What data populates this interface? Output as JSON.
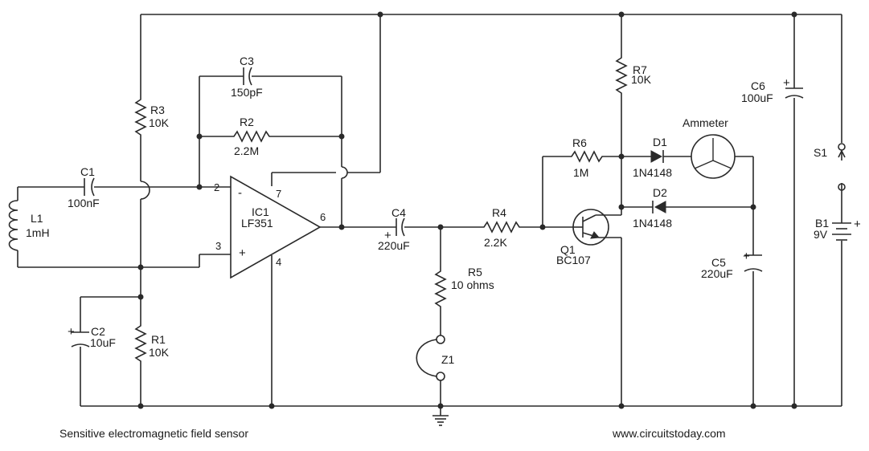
{
  "title": "Sensitive electromagnetic field sensor",
  "website": "www.circuitstoday.com",
  "components": {
    "C1": {
      "ref": "C1",
      "value": "100nF"
    },
    "C2": {
      "ref": "C2",
      "value": "10uF"
    },
    "C3": {
      "ref": "C3",
      "value": "150pF"
    },
    "C4": {
      "ref": "C4",
      "value": "220uF"
    },
    "C5": {
      "ref": "C5",
      "value": "220uF"
    },
    "C6": {
      "ref": "C6",
      "value": "100uF"
    },
    "R1": {
      "ref": "R1",
      "value": "10K"
    },
    "R2": {
      "ref": "R2",
      "value": "2.2M"
    },
    "R3": {
      "ref": "R3",
      "value": "10K"
    },
    "R4": {
      "ref": "R4",
      "value": "2.2K"
    },
    "R5": {
      "ref": "R5",
      "value": "10 ohms"
    },
    "R6": {
      "ref": "R6",
      "value": "1M"
    },
    "R7": {
      "ref": "R7",
      "value": "10K"
    },
    "L1": {
      "ref": "L1",
      "value": "1mH"
    },
    "IC1": {
      "ref": "IC1",
      "value": "LF351"
    },
    "Q1": {
      "ref": "Q1",
      "value": "BC107"
    },
    "D1": {
      "ref": "D1",
      "value": "1N4148"
    },
    "D2": {
      "ref": "D2",
      "value": "1N4148"
    },
    "Z1": {
      "ref": "Z1"
    },
    "S1": {
      "ref": "S1"
    },
    "B1": {
      "ref": "B1",
      "value": "9V"
    },
    "meter": {
      "label": "Ammeter"
    }
  },
  "ic_pins": {
    "p2": "2",
    "p3": "3",
    "p4": "4",
    "p6": "6",
    "p7": "7",
    "minus": "-",
    "plus": "+"
  },
  "polarity": {
    "plus": "+"
  }
}
